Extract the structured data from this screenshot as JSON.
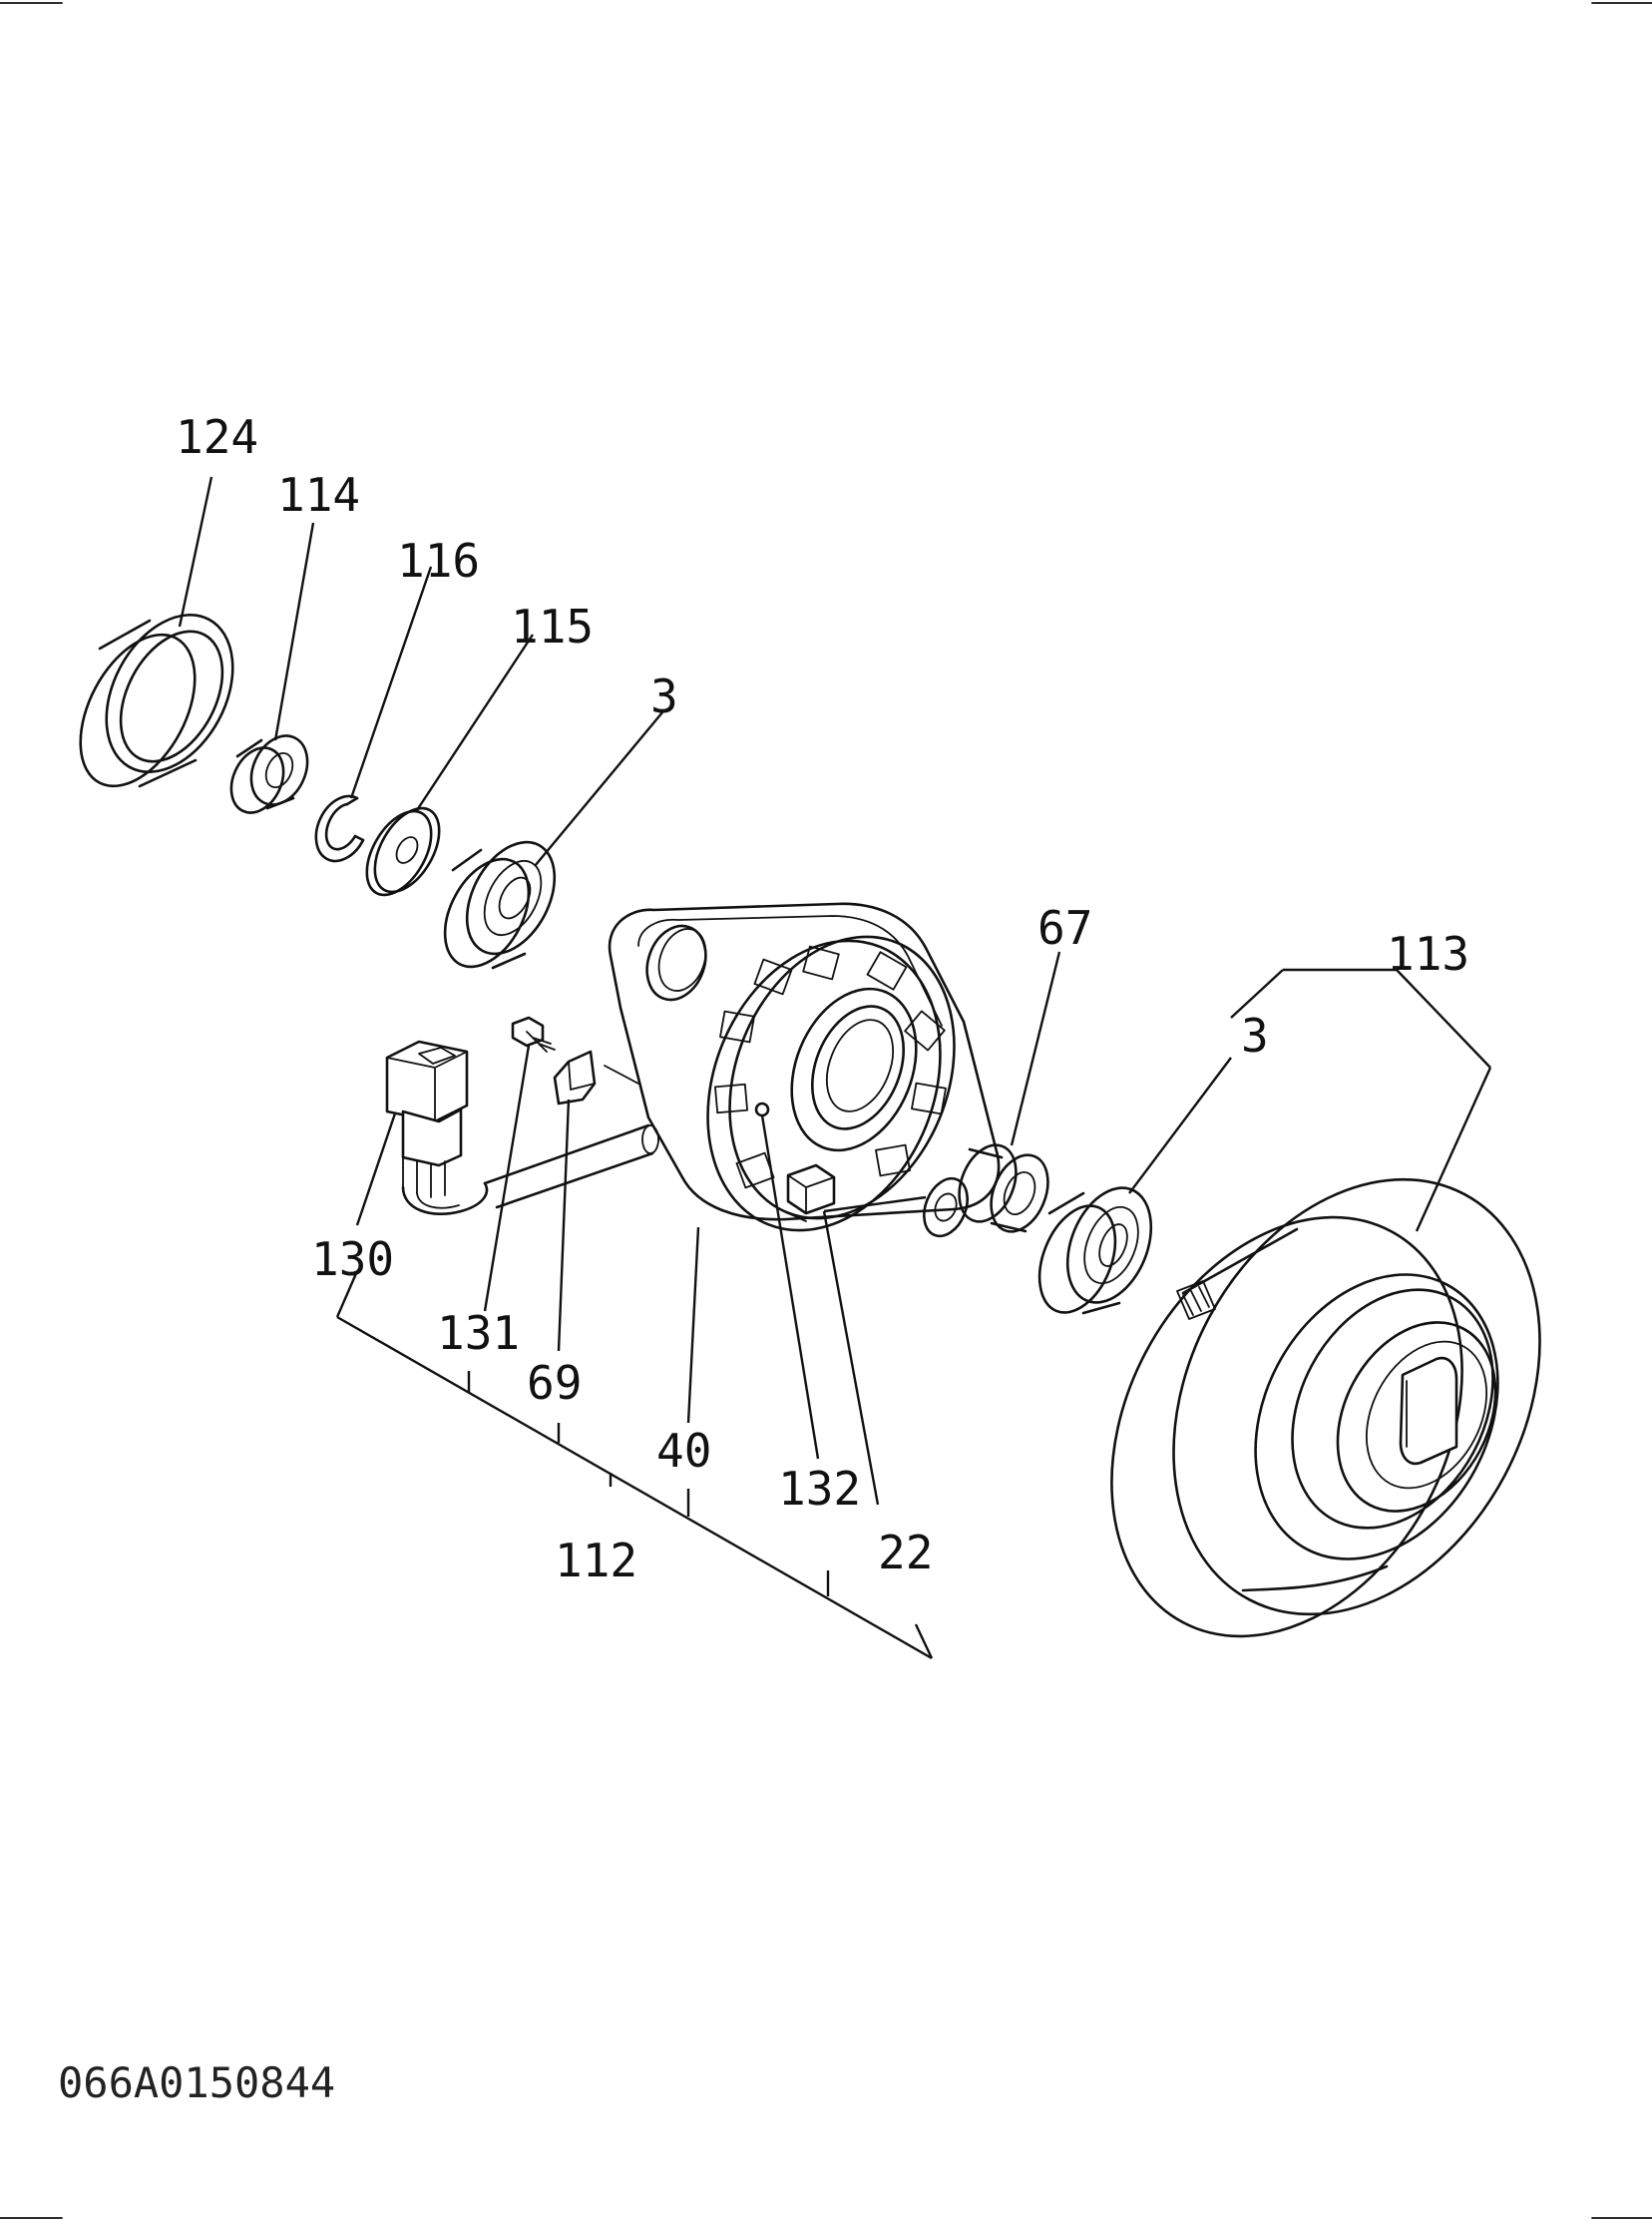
{
  "diagram": {
    "callouts": {
      "c124": "124",
      "c114": "114",
      "c116": "116",
      "c115": "115",
      "c3a": "3",
      "c67": "67",
      "c113": "113",
      "c3b": "3",
      "c130": "130",
      "c131": "131",
      "c69": "69",
      "c40": "40",
      "c132": "132",
      "c22": "22",
      "c112": "112"
    },
    "document_id": "066A0150844"
  }
}
